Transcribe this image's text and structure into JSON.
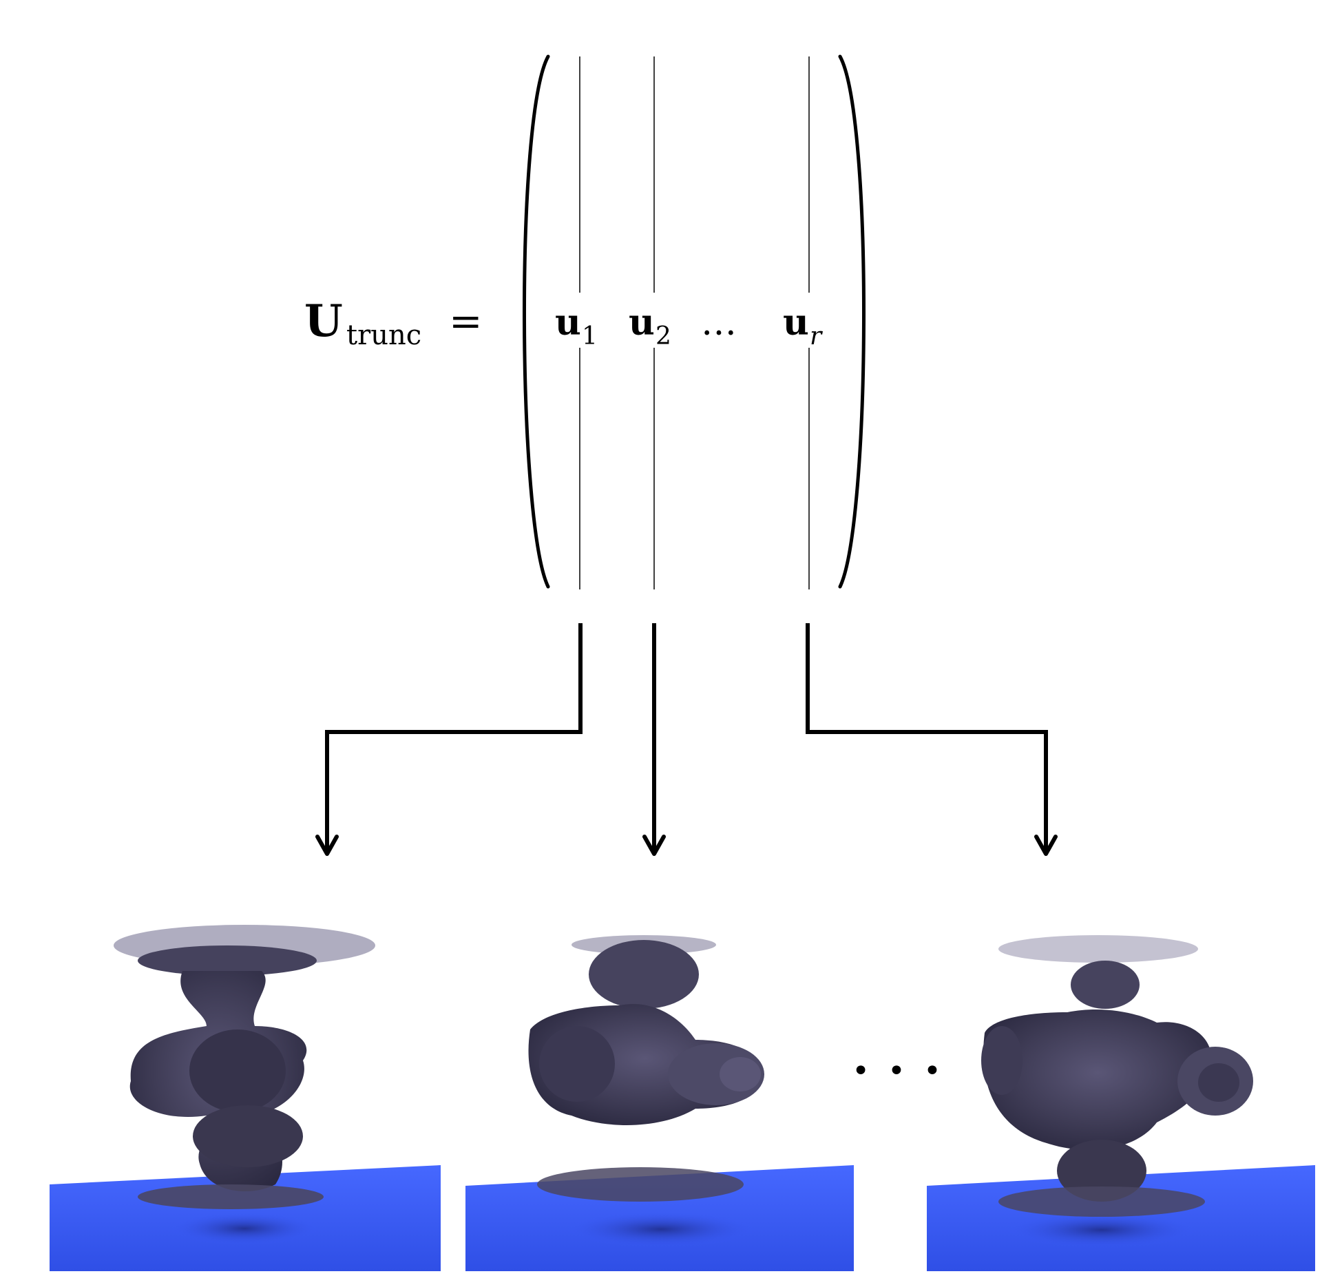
{
  "equation": {
    "lhs_symbol": "U",
    "lhs_subscript": "trunc",
    "equals": "=",
    "columns": [
      {
        "symbol": "u",
        "subscript": "1"
      },
      {
        "symbol": "u",
        "subscript": "2"
      },
      {
        "symbol": "u",
        "subscript": "r"
      }
    ],
    "column_ellipsis": "…"
  },
  "panels": [
    {
      "index": 1,
      "content": "mode-1-rendering"
    },
    {
      "index": 2,
      "content": "mode-2-rendering"
    },
    {
      "index": 3,
      "content": "mode-r-rendering"
    }
  ],
  "panel_ellipsis": "• • •",
  "colors": {
    "ink": "#000000",
    "floor": "#3a5cff",
    "floor_dark": "#2c49d8",
    "smoke": "#46435e",
    "smoke_light": "#8a86a8",
    "shadow": "#1d2a8a"
  }
}
